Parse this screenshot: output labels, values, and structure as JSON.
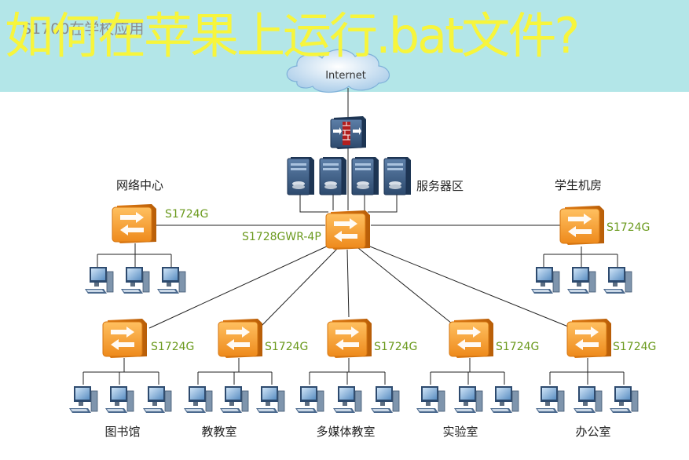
{
  "header": {
    "subtitle": "S1700在学校应用",
    "headline": "如何在苹果上运行.bat文件?"
  },
  "cloud": {
    "label": "Internet"
  },
  "core_switch": {
    "model": "S1728GWR-4P"
  },
  "server_area": {
    "label": "服务器区"
  },
  "top_groups": [
    {
      "label": "网络中心",
      "model": "S1724G"
    },
    {
      "label": "学生机房",
      "model": "S1724G"
    }
  ],
  "bottom_groups": [
    {
      "label": "图书馆",
      "model": "S1724G"
    },
    {
      "label": "教教室",
      "model": "S1724G"
    },
    {
      "label": "多媒体教室",
      "model": "S1724G"
    },
    {
      "label": "实验室",
      "model": "S1724G"
    },
    {
      "label": "办公室",
      "model": "S1724G"
    }
  ],
  "colors": {
    "header_band": "#b3e6e8",
    "headline": "#f7f53c",
    "switch": "#f29b2e",
    "model_text": "#6b9a1e"
  },
  "icons": [
    "cloud-icon",
    "firewall-icon",
    "server-icon",
    "switch-icon",
    "pc-icon"
  ]
}
